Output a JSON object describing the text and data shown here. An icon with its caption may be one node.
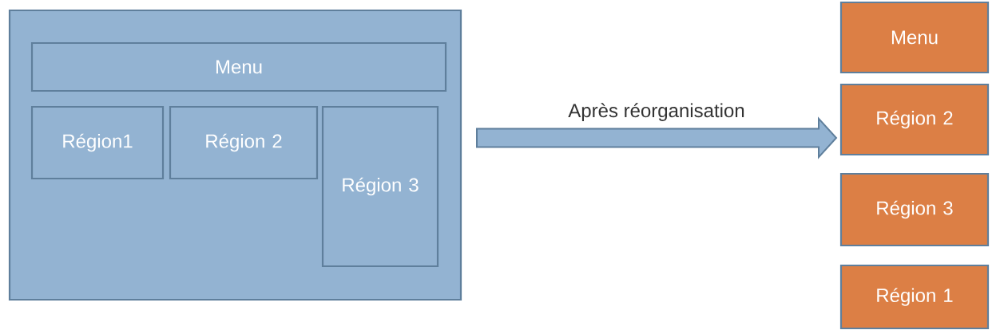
{
  "diagram": {
    "nodes": [
      {
        "text": [],
        "shape": "box"
      },
      {
        "text": [
          "Menu"
        ],
        "in": 0
      },
      {
        "text": [
          "Région1"
        ],
        "in": 0
      },
      {
        "text": [
          "Région 2"
        ],
        "in": 0
      },
      {
        "text": [
          "Région 3"
        ],
        "in": 0
      },
      {
        "text": [
          "Menu"
        ]
      },
      {
        "text": [
          "Région 2"
        ]
      },
      {
        "text": [
          "Région 3"
        ]
      },
      {
        "text": [
          "Région 1"
        ]
      }
    ],
    "edges": [
      {
        "from": 0,
        "to": 6,
        "arrow": "to",
        "label": "Après réorganisation",
        "style": "thick"
      }
    ]
  }
}
